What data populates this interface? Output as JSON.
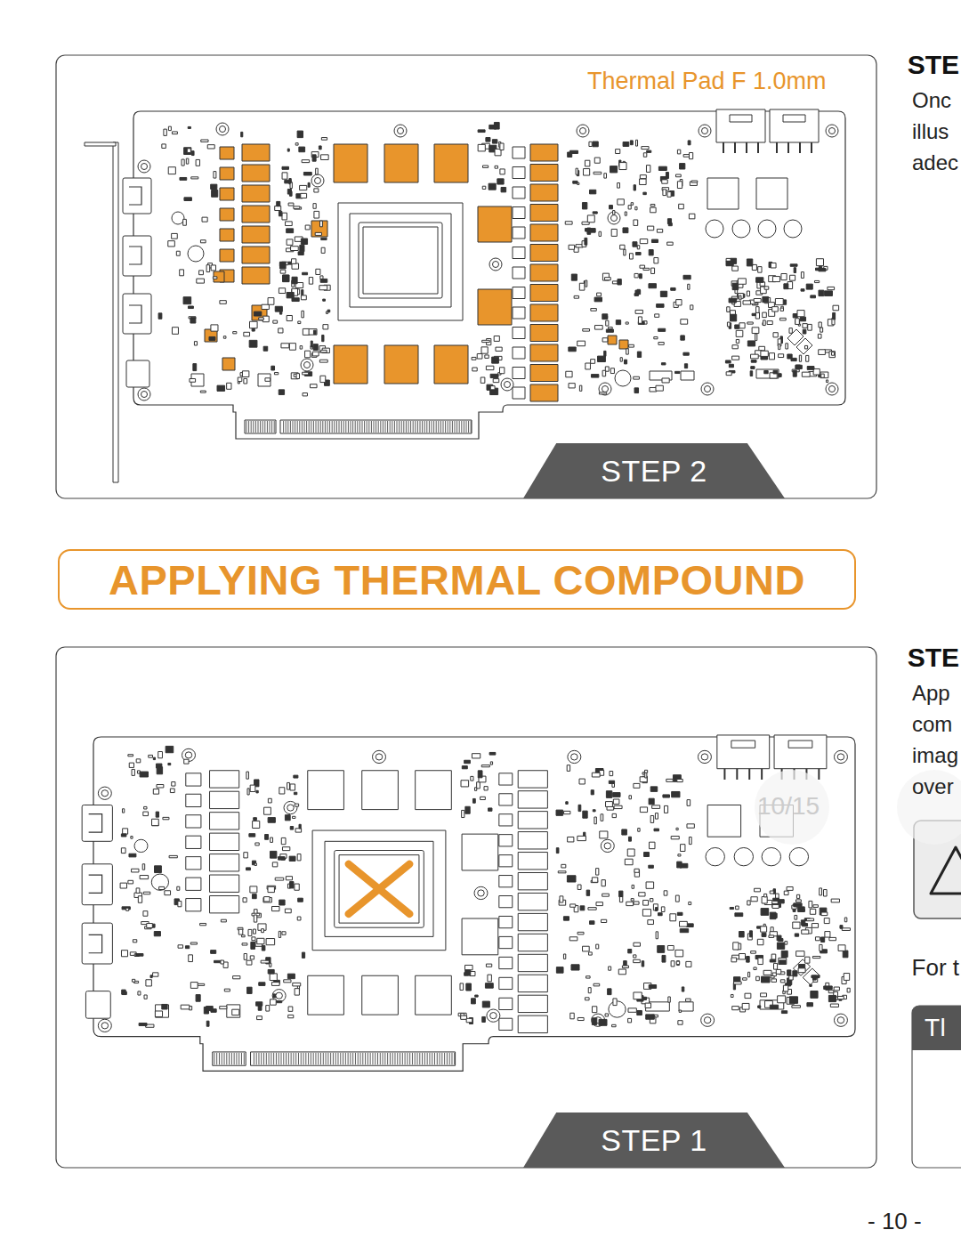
{
  "diagram": {
    "nodes": [
      {
        "text": [
          "STEP 2"
        ]
      },
      {
        "text": [
          "APPLYING THERMAL COMPOUND"
        ]
      },
      {
        "text": [
          "STEP 1"
        ]
      },
      {
        "text": [
          "Tl"
        ]
      }
    ],
    "labels": [
      "Thermal Pad F 1.0mm",
      "STE",
      "Onc",
      "illus",
      "adec",
      "STE",
      "App",
      "com",
      "imag",
      "over",
      "10/15",
      "For t",
      "- 10 -"
    ]
  }
}
